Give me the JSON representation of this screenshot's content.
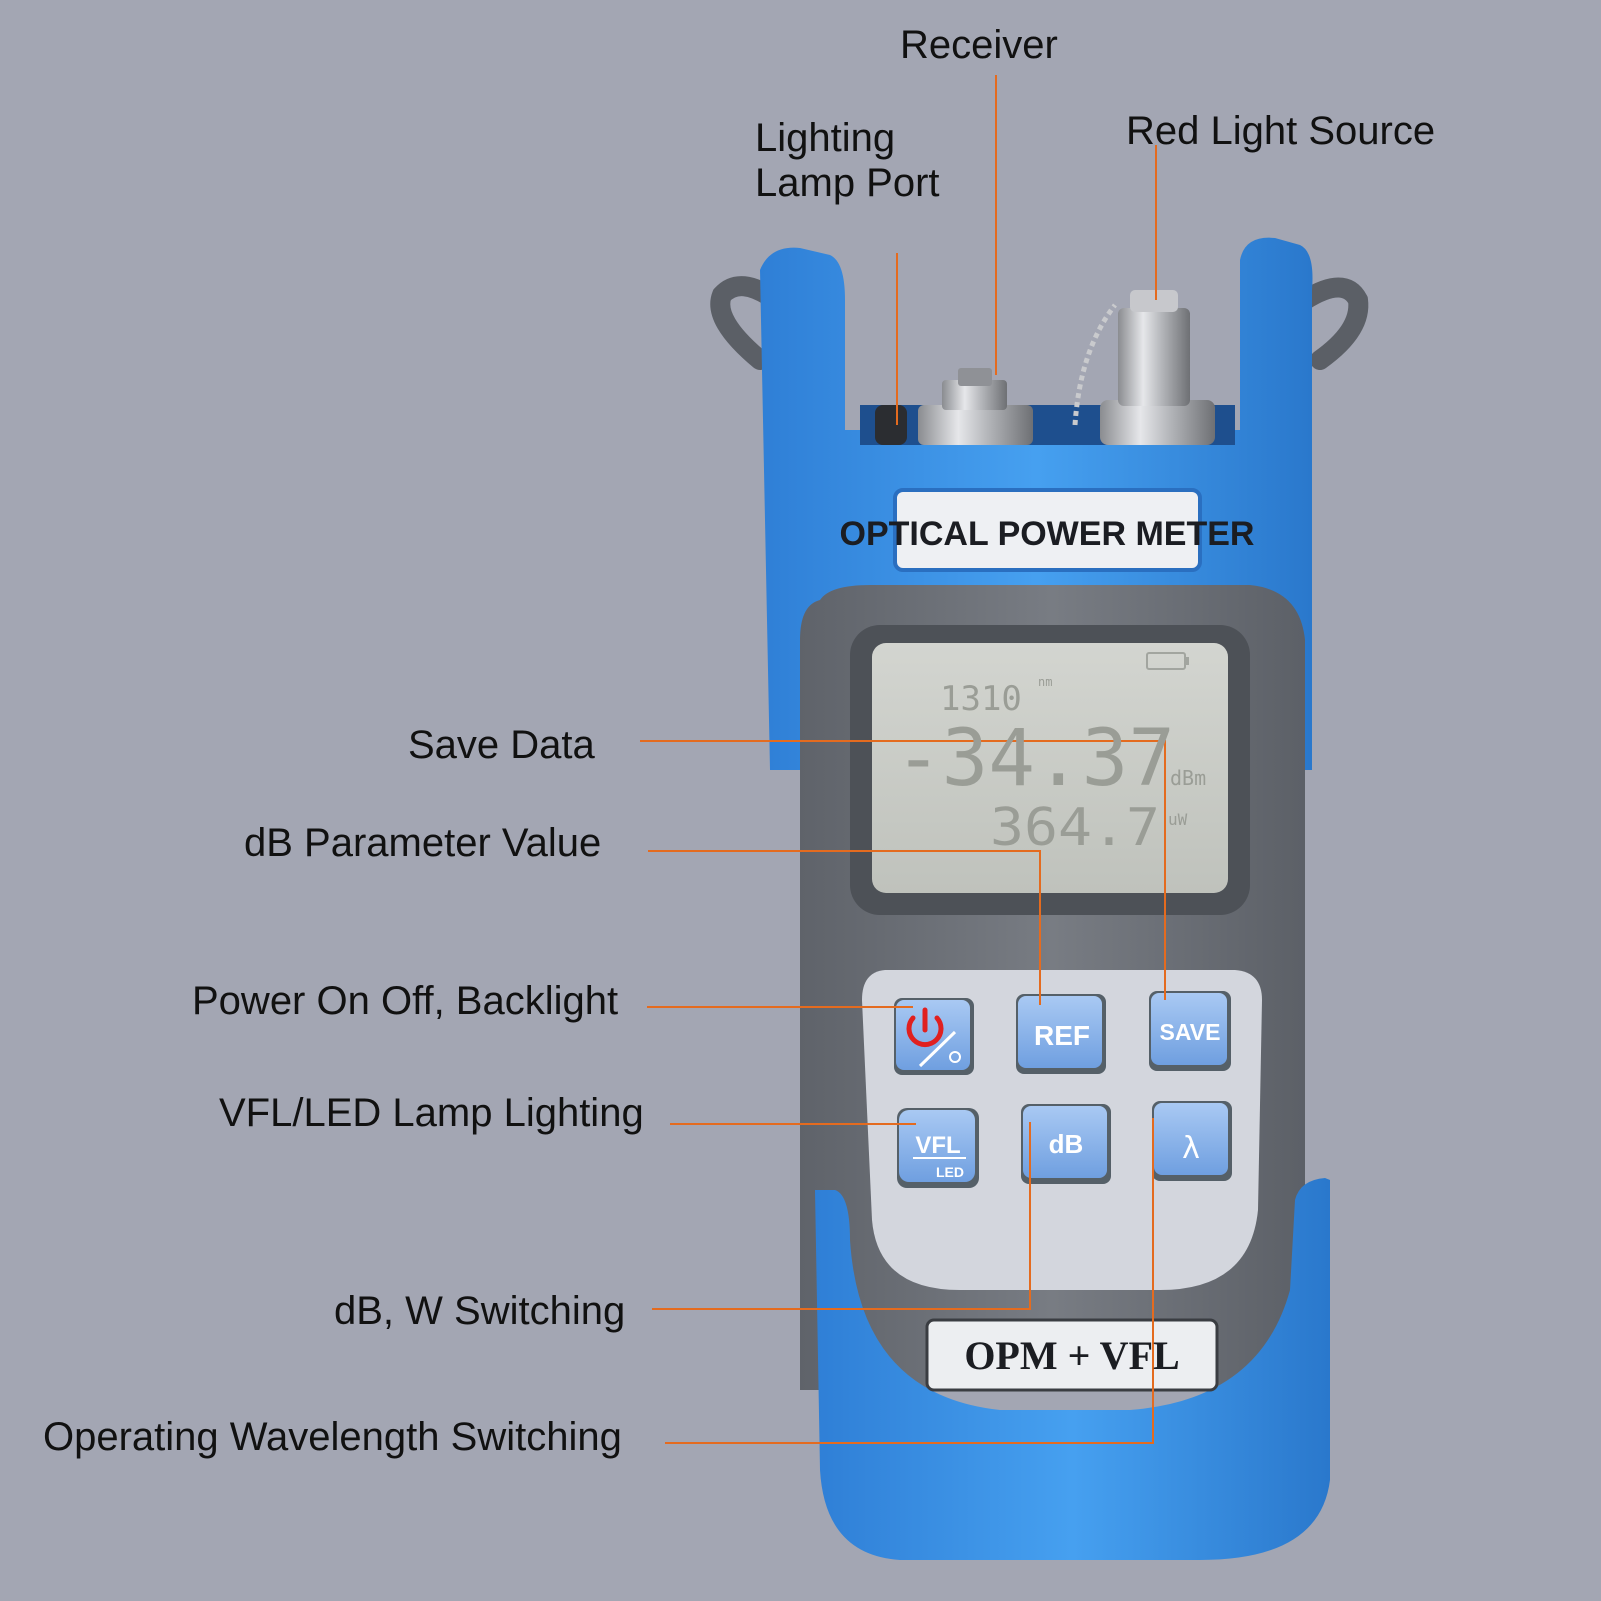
{
  "device": {
    "top_label": "OPTICAL POWER METER",
    "bottom_label": "OPM + VFL",
    "lcd": {
      "wavelength": "1310",
      "wavelength_unit": "nm",
      "power_dbm": "-34.37",
      "dbm_unit": "dBm",
      "power_w": "364.7",
      "w_unit": "uW"
    },
    "buttons": {
      "ref": "REF",
      "save": "SAVE",
      "vfl": "VFL",
      "led": "LED",
      "db": "dB",
      "lambda": "λ"
    }
  },
  "callouts": {
    "receiver": "Receiver",
    "lighting_lamp_port_1": "Lighting",
    "lighting_lamp_port_2": "Lamp Port",
    "red_light_source": "Red Light Source",
    "save_data": "Save Data",
    "db_parameter_value": "dB Parameter Value",
    "power_on_off": "Power On Off, Backlight",
    "vfl_led": "VFL/LED Lamp Lighting",
    "db_w_switching": "dB, W Switching",
    "operating_wavelength": "Operating Wavelength Switching"
  },
  "colors": {
    "background": "#a3a6b3",
    "body_blue": "#3a8fe0",
    "body_gray": "#6b6f76",
    "leader_line": "#e46b1f",
    "button_blue": "#8fb7ec",
    "power_red": "#e02020"
  }
}
